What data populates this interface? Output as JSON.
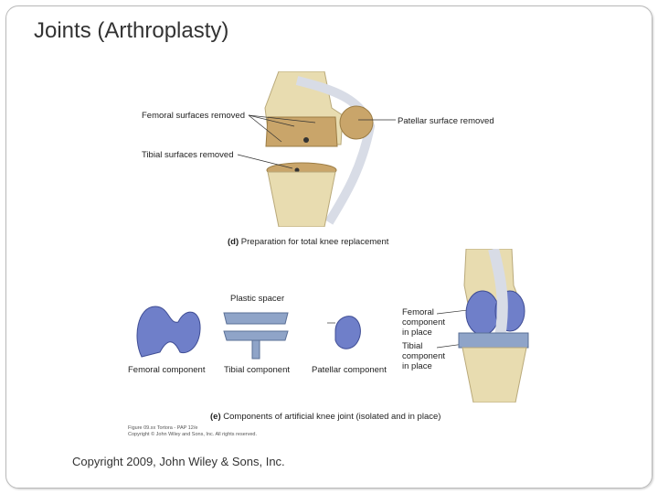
{
  "slide": {
    "title": "Joints (Arthroplasty)",
    "footer": "Copyright 2009, John Wiley & Sons, Inc."
  },
  "figure_d": {
    "labels": {
      "femoral_surfaces": "Femoral surfaces removed",
      "tibial_surfaces": "Tibial surfaces removed",
      "patellar_surface": "Patellar surface removed"
    },
    "caption_letter": "(d)",
    "caption_text": "Preparation for total knee replacement"
  },
  "figure_e": {
    "labels": {
      "plastic_spacer": "Plastic spacer",
      "femoral_component": "Femoral component",
      "tibial_component": "Tibial component",
      "patellar_component": "Patellar component",
      "femoral_in_place": [
        "Femoral",
        "component",
        "in place"
      ],
      "tibial_in_place": [
        "Tibial",
        "component",
        "in place"
      ]
    },
    "caption_letter": "(e)",
    "caption_text": "Components of artificial knee joint (isolated and in place)",
    "credit": [
      "Figure 09.xx  Tortora - PAP 12/e",
      "Copyright © John Wiley and Sons, Inc. All rights reserved."
    ]
  },
  "colors": {
    "bone": "#e8dcb0",
    "cut_bone": "#c9a56a",
    "implant_blue": "#6f7fc9",
    "spacer_blue": "#8fa4c8",
    "ligament": "#d8dce6"
  }
}
